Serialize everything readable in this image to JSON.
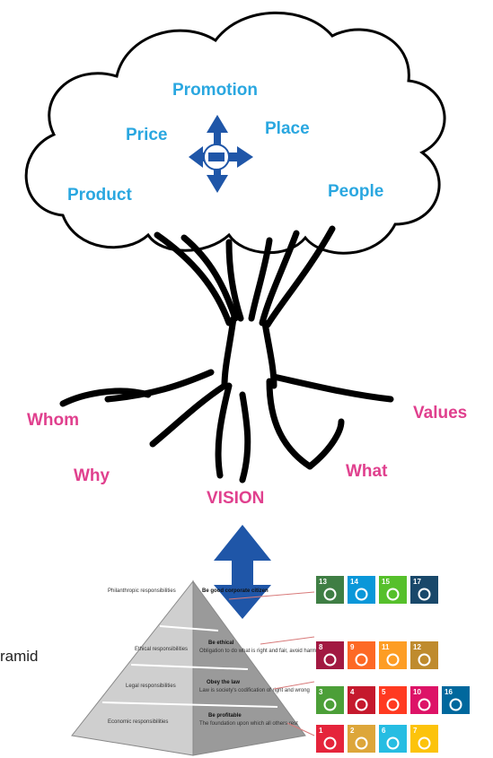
{
  "tree": {
    "canopy_words": [
      "Promotion",
      "Price",
      "Place",
      "Product",
      "People"
    ],
    "root_words": [
      "Whom",
      "Values",
      "Why",
      "What",
      "VISION"
    ],
    "colors": {
      "canopy_text": "#2aa7e0",
      "root_text": "#e0408e",
      "arrow": "#1f56a8"
    }
  },
  "side_text": "ramid",
  "pyramid": {
    "left_labels": [
      "Philanthropic responsibilities",
      "Ethical responsibilities",
      "Legal responsibilities",
      "Economic responsibilities"
    ],
    "right_titles": [
      "Be good corporate citizen",
      "Be ethical",
      "Obey the law",
      "Be profitable"
    ],
    "right_desc": [
      "",
      "Obligation to do what is right and fair, avoid harm",
      "Law is society's codification of right and wrong",
      "The foundation upon which all others rest"
    ]
  },
  "sdg_tiles": [
    {
      "num": "13",
      "color": "#3f7e44"
    },
    {
      "num": "14",
      "color": "#0a97d9"
    },
    {
      "num": "15",
      "color": "#56c02b"
    },
    {
      "num": "17",
      "color": "#19486a"
    },
    {
      "num": "8",
      "color": "#a21942"
    },
    {
      "num": "9",
      "color": "#fd6925"
    },
    {
      "num": "11",
      "color": "#fd9d24"
    },
    {
      "num": "12",
      "color": "#bf8b2e"
    },
    {
      "num": "3",
      "color": "#4c9f38"
    },
    {
      "num": "4",
      "color": "#c5192d"
    },
    {
      "num": "5",
      "color": "#ff3a21"
    },
    {
      "num": "10",
      "color": "#dd1367"
    },
    {
      "num": "16",
      "color": "#00689d"
    },
    {
      "num": "1",
      "color": "#e5243b"
    },
    {
      "num": "2",
      "color": "#dda63a"
    },
    {
      "num": "6",
      "color": "#26bde2"
    },
    {
      "num": "7",
      "color": "#fcc30b"
    }
  ]
}
